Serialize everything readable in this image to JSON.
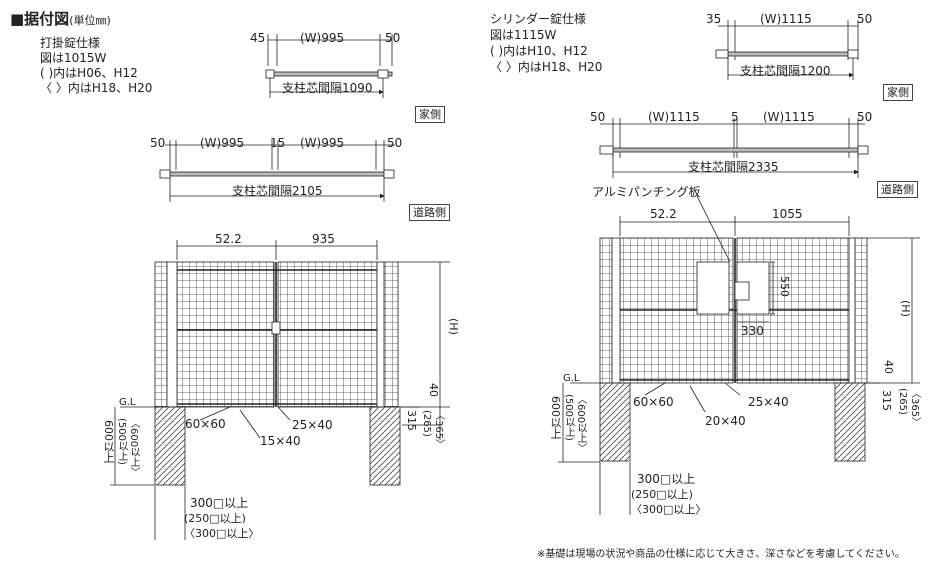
{
  "title": {
    "main": "■据付図",
    "unit": "(単位㎜)"
  },
  "left": {
    "spec": [
      "打掛錠仕様",
      "図は1015W",
      "(  )内はH06、H12",
      "〈  〉内はH18、H20"
    ],
    "top_dims": [
      "45",
      "(W)995",
      "50"
    ],
    "top_pitch": "支柱芯間隔1090",
    "top_side": "家側",
    "mid_dims": [
      "50",
      "(W)995",
      "15",
      "(W)995",
      "50"
    ],
    "mid_pitch": "支柱芯間隔2105",
    "mid_side": "道路側",
    "front_dims": [
      "52.2",
      "935"
    ],
    "height_label": "(H)",
    "gl": "G.L",
    "sizes": [
      "60×60",
      "25×40",
      "15×40"
    ],
    "bottom_dims": [
      "40",
      "315",
      "(265)",
      "〈365〉"
    ],
    "depth": [
      "600以上",
      "(500以上)",
      "〈600以上〉"
    ],
    "width": [
      "300□以上",
      "(250□以上)",
      "〈300□以上〉"
    ]
  },
  "right": {
    "spec": [
      "シリンダー錠仕様",
      "図は1115W",
      "(  )内はH10、H12",
      "〈  〉内はH18、H20"
    ],
    "top_dims": [
      "35",
      "(W)1115",
      "50"
    ],
    "top_pitch": "支柱芯間隔1200",
    "top_side": "家側",
    "mid_dims": [
      "50",
      "(W)1115",
      "5",
      "(W)1115",
      "50"
    ],
    "mid_pitch": "支柱芯間隔2335",
    "mid_side": "道路側",
    "panel_label": "アルミパンチング板",
    "front_dims": [
      "52.2",
      "1055"
    ],
    "panel_dims": [
      "550",
      "330"
    ],
    "height_label": "(H)",
    "gl": "G.L",
    "sizes": [
      "60×60",
      "25×40",
      "20×40"
    ],
    "bottom_dims": [
      "40",
      "315",
      "(265)",
      "〈365〉"
    ],
    "depth": [
      "600以上",
      "(500以上)",
      "〈600以上〉"
    ],
    "width": [
      "300□以上",
      "(250□以上)",
      "〈300□以上〉"
    ]
  },
  "footnote": "※基礎は現場の状況や商品の仕様に応じて大きさ、深さなどを考慮してください。"
}
